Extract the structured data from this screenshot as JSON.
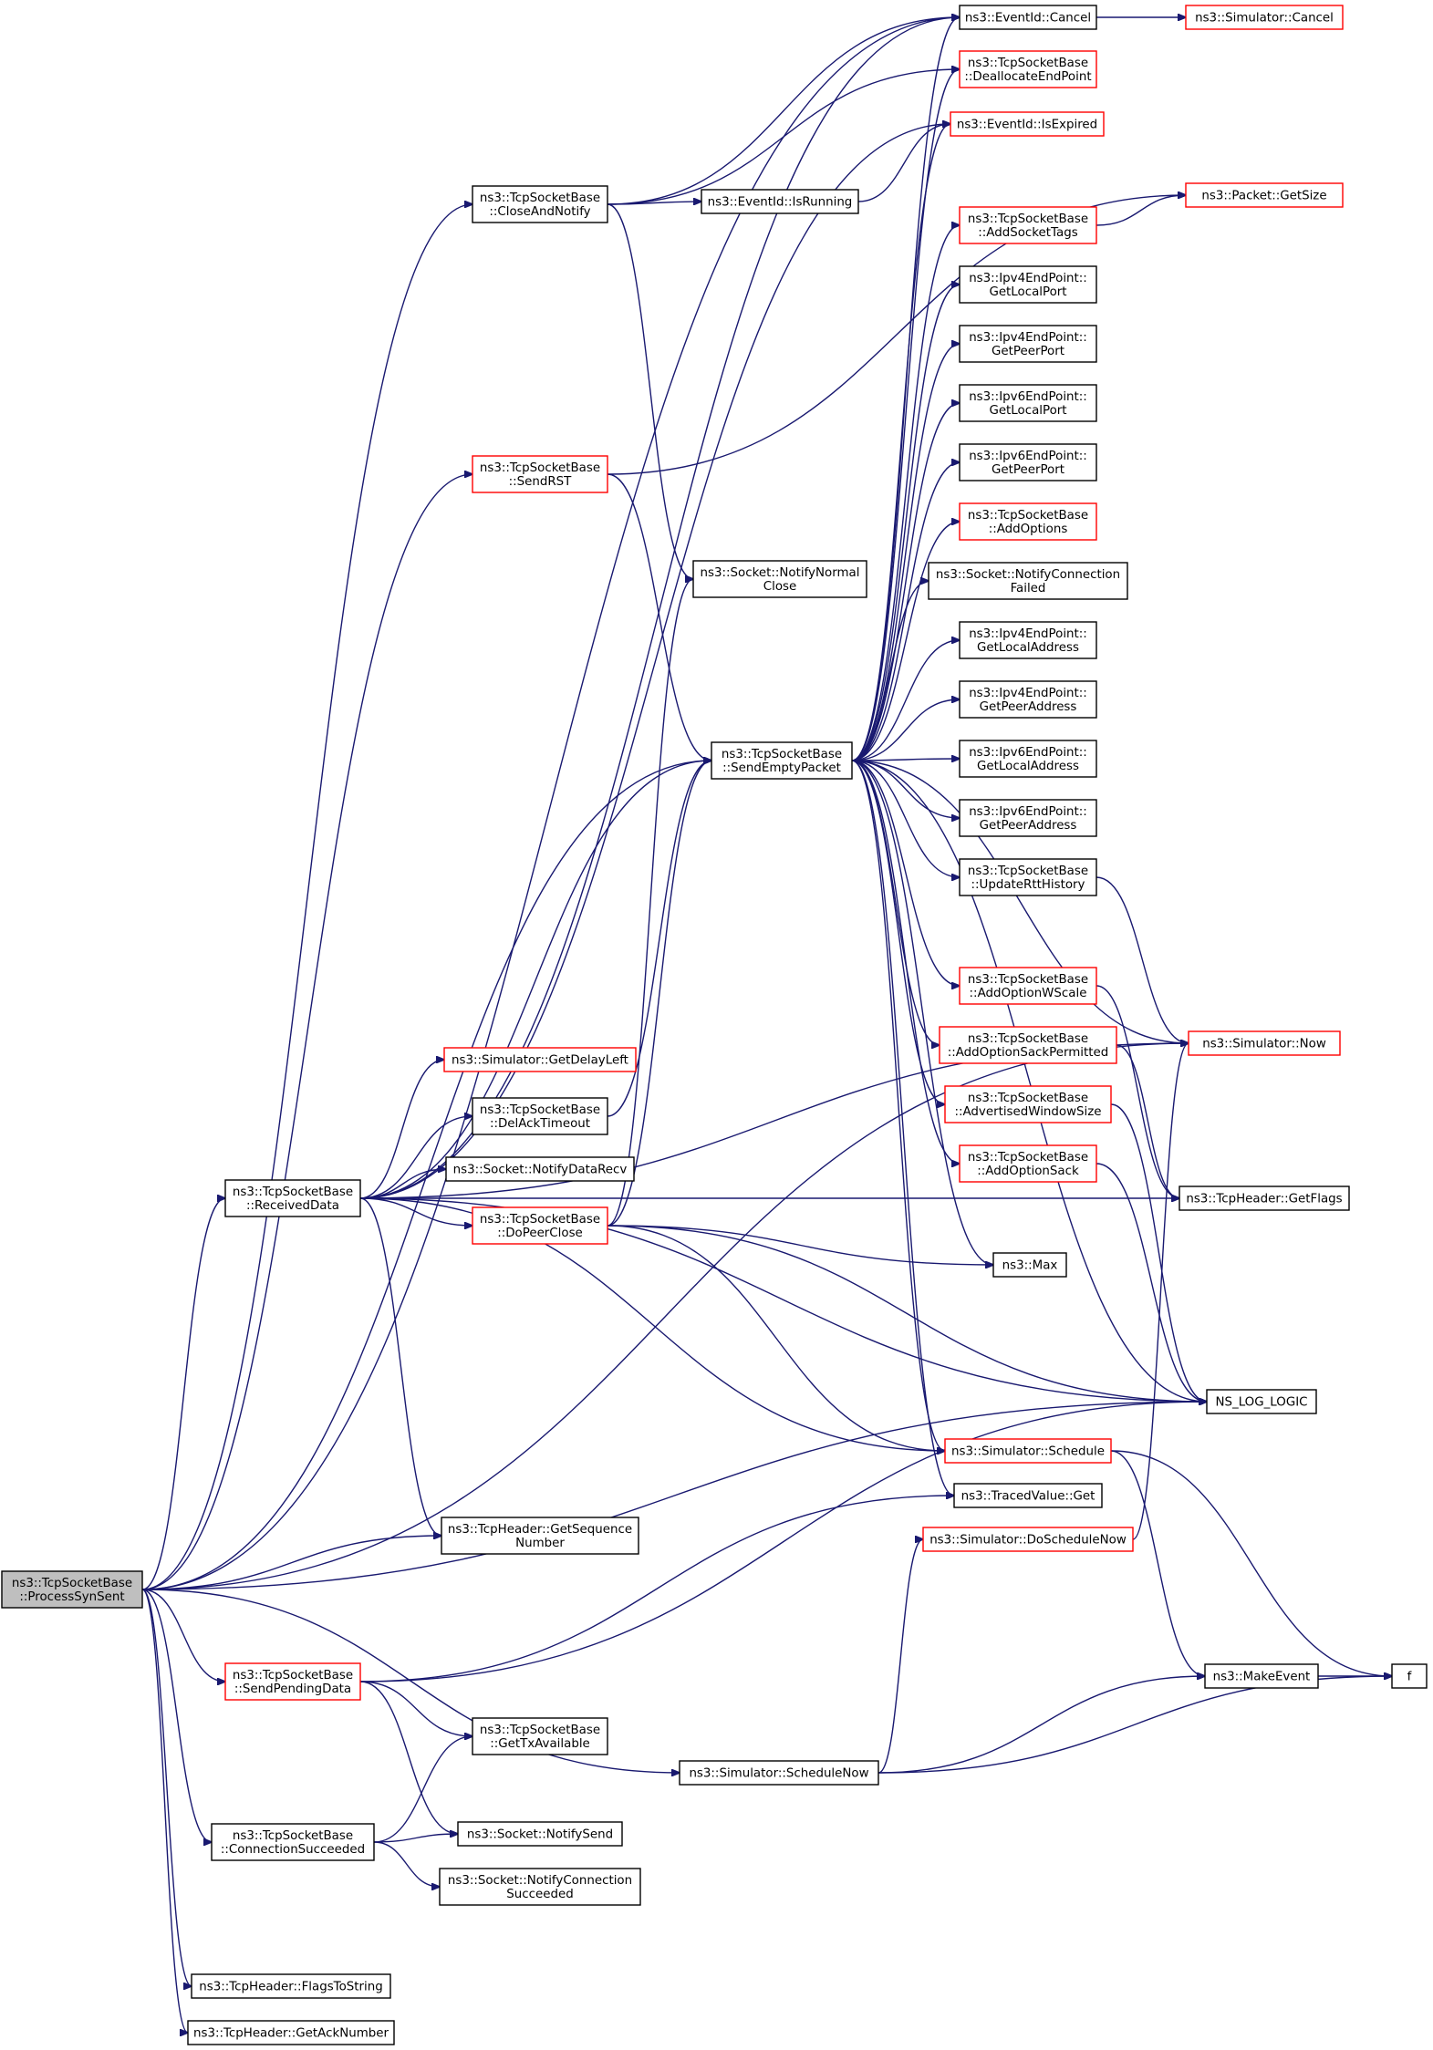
{
  "colors": {
    "edge": "#191970",
    "border_normal": "#000000",
    "border_truncated": "#ff0000",
    "fill_normal": "#ffffff",
    "fill_focus": "#bfbfbf"
  },
  "nodes": [
    {
      "id": "processsynsent",
      "lines": [
        "ns3::TcpSocketBase",
        "::ProcessSynSent"
      ],
      "kind": "focus"
    },
    {
      "id": "receiveddata",
      "lines": [
        "ns3::TcpSocketBase",
        "::ReceivedData"
      ],
      "kind": "normal"
    },
    {
      "id": "closeandnotify",
      "lines": [
        "ns3::TcpSocketBase",
        "::CloseAndNotify"
      ],
      "kind": "normal"
    },
    {
      "id": "sendrst",
      "lines": [
        "ns3::TcpSocketBase",
        "::SendRST"
      ],
      "kind": "truncated"
    },
    {
      "id": "sendemptypacket",
      "lines": [
        "ns3::TcpSocketBase",
        "::SendEmptyPacket"
      ],
      "kind": "normal"
    },
    {
      "id": "eventidcancel",
      "lines": [
        "ns3::EventId::Cancel"
      ],
      "kind": "normal"
    },
    {
      "id": "simulatorcancel",
      "lines": [
        "ns3::Simulator::Cancel"
      ],
      "kind": "truncated"
    },
    {
      "id": "deallocateendpoint",
      "lines": [
        "ns3::TcpSocketBase",
        "::DeallocateEndPoint"
      ],
      "kind": "truncated"
    },
    {
      "id": "isexpired",
      "lines": [
        "ns3::EventId::IsExpired"
      ],
      "kind": "truncated"
    },
    {
      "id": "isrunning",
      "lines": [
        "ns3::EventId::IsRunning"
      ],
      "kind": "normal"
    },
    {
      "id": "packetgetsize",
      "lines": [
        "ns3::Packet::GetSize"
      ],
      "kind": "truncated"
    },
    {
      "id": "addsockettags",
      "lines": [
        "ns3::TcpSocketBase",
        "::AddSocketTags"
      ],
      "kind": "truncated"
    },
    {
      "id": "ipv4localport",
      "lines": [
        "ns3::Ipv4EndPoint::",
        "GetLocalPort"
      ],
      "kind": "normal"
    },
    {
      "id": "ipv4peerport",
      "lines": [
        "ns3::Ipv4EndPoint::",
        "GetPeerPort"
      ],
      "kind": "normal"
    },
    {
      "id": "ipv6localport",
      "lines": [
        "ns3::Ipv6EndPoint::",
        "GetLocalPort"
      ],
      "kind": "normal"
    },
    {
      "id": "ipv6peerport",
      "lines": [
        "ns3::Ipv6EndPoint::",
        "GetPeerPort"
      ],
      "kind": "normal"
    },
    {
      "id": "addoptions",
      "lines": [
        "ns3::TcpSocketBase",
        "::AddOptions"
      ],
      "kind": "truncated"
    },
    {
      "id": "notifyconnfailed",
      "lines": [
        "ns3::Socket::NotifyConnection",
        "Failed"
      ],
      "kind": "normal"
    },
    {
      "id": "ipv4localaddr",
      "lines": [
        "ns3::Ipv4EndPoint::",
        "GetLocalAddress"
      ],
      "kind": "normal"
    },
    {
      "id": "ipv4peeraddr",
      "lines": [
        "ns3::Ipv4EndPoint::",
        "GetPeerAddress"
      ],
      "kind": "normal"
    },
    {
      "id": "ipv6localaddr",
      "lines": [
        "ns3::Ipv6EndPoint::",
        "GetLocalAddress"
      ],
      "kind": "normal"
    },
    {
      "id": "ipv6peeraddr",
      "lines": [
        "ns3::Ipv6EndPoint::",
        "GetPeerAddress"
      ],
      "kind": "normal"
    },
    {
      "id": "updaterttHistory",
      "lines": [
        "ns3::TcpSocketBase",
        "::UpdateRttHistory"
      ],
      "kind": "normal"
    },
    {
      "id": "addoptionwscale",
      "lines": [
        "ns3::TcpSocketBase",
        "::AddOptionWScale"
      ],
      "kind": "truncated"
    },
    {
      "id": "addoptionsackperm",
      "lines": [
        "ns3::TcpSocketBase",
        "::AddOptionSackPermitted"
      ],
      "kind": "truncated"
    },
    {
      "id": "advwindowsize",
      "lines": [
        "ns3::TcpSocketBase",
        "::AdvertisedWindowSize"
      ],
      "kind": "truncated"
    },
    {
      "id": "addoptionsack",
      "lines": [
        "ns3::TcpSocketBase",
        "::AddOptionSack"
      ],
      "kind": "truncated"
    },
    {
      "id": "simulatornow",
      "lines": [
        "ns3::Simulator::Now"
      ],
      "kind": "truncated"
    },
    {
      "id": "tcpheadergetflags",
      "lines": [
        "ns3::TcpHeader::GetFlags"
      ],
      "kind": "normal"
    },
    {
      "id": "max",
      "lines": [
        "ns3::Max"
      ],
      "kind": "normal"
    },
    {
      "id": "nslogLogic",
      "lines": [
        "NS_LOG_LOGIC"
      ],
      "kind": "normal"
    },
    {
      "id": "notifynormalclose",
      "lines": [
        "ns3::Socket::NotifyNormal",
        "Close"
      ],
      "kind": "normal"
    },
    {
      "id": "getdelayleft",
      "lines": [
        "ns3::Simulator::GetDelayLeft"
      ],
      "kind": "truncated"
    },
    {
      "id": "delacktimeout",
      "lines": [
        "ns3::TcpSocketBase",
        "::DelAckTimeout"
      ],
      "kind": "normal"
    },
    {
      "id": "notifydatarecv",
      "lines": [
        "ns3::Socket::NotifyDataRecv"
      ],
      "kind": "normal"
    },
    {
      "id": "dopeerclose",
      "lines": [
        "ns3::TcpSocketBase",
        "::DoPeerClose"
      ],
      "kind": "truncated"
    },
    {
      "id": "simulatorschedule",
      "lines": [
        "ns3::Simulator::Schedule"
      ],
      "kind": "truncated"
    },
    {
      "id": "tracedvalueget",
      "lines": [
        "ns3::TracedValue::Get"
      ],
      "kind": "normal"
    },
    {
      "id": "getsequencenumber",
      "lines": [
        "ns3::TcpHeader::GetSequence",
        "Number"
      ],
      "kind": "normal"
    },
    {
      "id": "doschedulenow",
      "lines": [
        "ns3::Simulator::DoScheduleNow"
      ],
      "kind": "truncated"
    },
    {
      "id": "sendpendingdata",
      "lines": [
        "ns3::TcpSocketBase",
        "::SendPendingData"
      ],
      "kind": "truncated"
    },
    {
      "id": "gettxavailable",
      "lines": [
        "ns3::TcpSocketBase",
        "::GetTxAvailable"
      ],
      "kind": "normal"
    },
    {
      "id": "makeevent",
      "lines": [
        "ns3::MakeEvent"
      ],
      "kind": "normal"
    },
    {
      "id": "f",
      "lines": [
        "f"
      ],
      "kind": "normal"
    },
    {
      "id": "schedulenow",
      "lines": [
        "ns3::Simulator::ScheduleNow"
      ],
      "kind": "normal"
    },
    {
      "id": "connsucceeded",
      "lines": [
        "ns3::TcpSocketBase",
        "::ConnectionSucceeded"
      ],
      "kind": "normal"
    },
    {
      "id": "notifysend",
      "lines": [
        "ns3::Socket::NotifySend"
      ],
      "kind": "normal"
    },
    {
      "id": "notifyconnsucceeded",
      "lines": [
        "ns3::Socket::NotifyConnection",
        "Succeeded"
      ],
      "kind": "normal"
    },
    {
      "id": "flagstostring",
      "lines": [
        "ns3::TcpHeader::FlagsToString"
      ],
      "kind": "normal"
    },
    {
      "id": "getacknumber",
      "lines": [
        "ns3::TcpHeader::GetAckNumber"
      ],
      "kind": "normal"
    }
  ],
  "edges": [
    [
      "processsynsent",
      "receiveddata"
    ],
    [
      "processsynsent",
      "getsequencenumber"
    ],
    [
      "processsynsent",
      "simulatornow"
    ],
    [
      "processsynsent",
      "sendpendingdata"
    ],
    [
      "processsynsent",
      "schedulenow"
    ],
    [
      "processsynsent",
      "connsucceeded"
    ],
    [
      "processsynsent",
      "nslogLogic"
    ],
    [
      "processsynsent",
      "flagstostring"
    ],
    [
      "processsynsent",
      "getacknumber"
    ],
    [
      "processsynsent",
      "eventidcancel"
    ],
    [
      "processsynsent",
      "closeandnotify"
    ],
    [
      "processsynsent",
      "sendrst"
    ],
    [
      "processsynsent",
      "sendemptypacket"
    ],
    [
      "receiveddata",
      "eventidcancel"
    ],
    [
      "receiveddata",
      "getdelayleft"
    ],
    [
      "receiveddata",
      "delacktimeout"
    ],
    [
      "receiveddata",
      "notifydatarecv"
    ],
    [
      "receiveddata",
      "dopeerclose"
    ],
    [
      "receiveddata",
      "sendemptypacket"
    ],
    [
      "receiveddata",
      "isexpired"
    ],
    [
      "receiveddata",
      "simulatornow"
    ],
    [
      "receiveddata",
      "tcpheadergetflags"
    ],
    [
      "receiveddata",
      "simulatorschedule"
    ],
    [
      "receiveddata",
      "getsequencenumber"
    ],
    [
      "receiveddata",
      "nslogLogic"
    ],
    [
      "closeandnotify",
      "eventidcancel"
    ],
    [
      "closeandnotify",
      "deallocateendpoint"
    ],
    [
      "closeandnotify",
      "isrunning"
    ],
    [
      "closeandnotify",
      "notifynormalclose"
    ],
    [
      "sendrst",
      "packetgetsize"
    ],
    [
      "sendrst",
      "sendemptypacket"
    ],
    [
      "eventidcancel",
      "simulatorcancel"
    ],
    [
      "isrunning",
      "isexpired"
    ],
    [
      "addsockettags",
      "packetgetsize"
    ],
    [
      "sendemptypacket",
      "eventidcancel"
    ],
    [
      "sendemptypacket",
      "deallocateendpoint"
    ],
    [
      "sendemptypacket",
      "isexpired"
    ],
    [
      "sendemptypacket",
      "addsockettags"
    ],
    [
      "sendemptypacket",
      "ipv4localport"
    ],
    [
      "sendemptypacket",
      "ipv4peerport"
    ],
    [
      "sendemptypacket",
      "ipv6localport"
    ],
    [
      "sendemptypacket",
      "ipv6peerport"
    ],
    [
      "sendemptypacket",
      "addoptions"
    ],
    [
      "sendemptypacket",
      "notifyconnfailed"
    ],
    [
      "sendemptypacket",
      "ipv4localaddr"
    ],
    [
      "sendemptypacket",
      "ipv4peeraddr"
    ],
    [
      "sendemptypacket",
      "ipv6localaddr"
    ],
    [
      "sendemptypacket",
      "ipv6peeraddr"
    ],
    [
      "sendemptypacket",
      "updaterttHistory"
    ],
    [
      "sendemptypacket",
      "addoptionwscale"
    ],
    [
      "sendemptypacket",
      "addoptionsackperm"
    ],
    [
      "sendemptypacket",
      "advwindowsize"
    ],
    [
      "sendemptypacket",
      "addoptionsack"
    ],
    [
      "sendemptypacket",
      "simulatornow"
    ],
    [
      "sendemptypacket",
      "max"
    ],
    [
      "sendemptypacket",
      "nslogLogic"
    ],
    [
      "sendemptypacket",
      "simulatorschedule"
    ],
    [
      "sendemptypacket",
      "tracedvalueget"
    ],
    [
      "updaterttHistory",
      "simulatornow"
    ],
    [
      "addoptionwscale",
      "tcpheadergetflags"
    ],
    [
      "addoptionsackperm",
      "tcpheadergetflags"
    ],
    [
      "advwindowsize",
      "nslogLogic"
    ],
    [
      "addoptionsack",
      "nslogLogic"
    ],
    [
      "delacktimeout",
      "sendemptypacket"
    ],
    [
      "dopeerclose",
      "notifynormalclose"
    ],
    [
      "dopeerclose",
      "sendemptypacket"
    ],
    [
      "dopeerclose",
      "max"
    ],
    [
      "dopeerclose",
      "nslogLogic"
    ],
    [
      "dopeerclose",
      "simulatorschedule"
    ],
    [
      "simulatorschedule",
      "makeevent"
    ],
    [
      "simulatorschedule",
      "f"
    ],
    [
      "doschedulenow",
      "simulatornow"
    ],
    [
      "sendpendingdata",
      "tracedvalueget"
    ],
    [
      "sendpendingdata",
      "gettxavailable"
    ],
    [
      "sendpendingdata",
      "notifysend"
    ],
    [
      "sendpendingdata",
      "nslogLogic"
    ],
    [
      "schedulenow",
      "doschedulenow"
    ],
    [
      "schedulenow",
      "makeevent"
    ],
    [
      "schedulenow",
      "f"
    ],
    [
      "makeevent",
      "f"
    ],
    [
      "connsucceeded",
      "gettxavailable"
    ],
    [
      "connsucceeded",
      "notifysend"
    ],
    [
      "connsucceeded",
      "notifyconnsucceeded"
    ]
  ]
}
